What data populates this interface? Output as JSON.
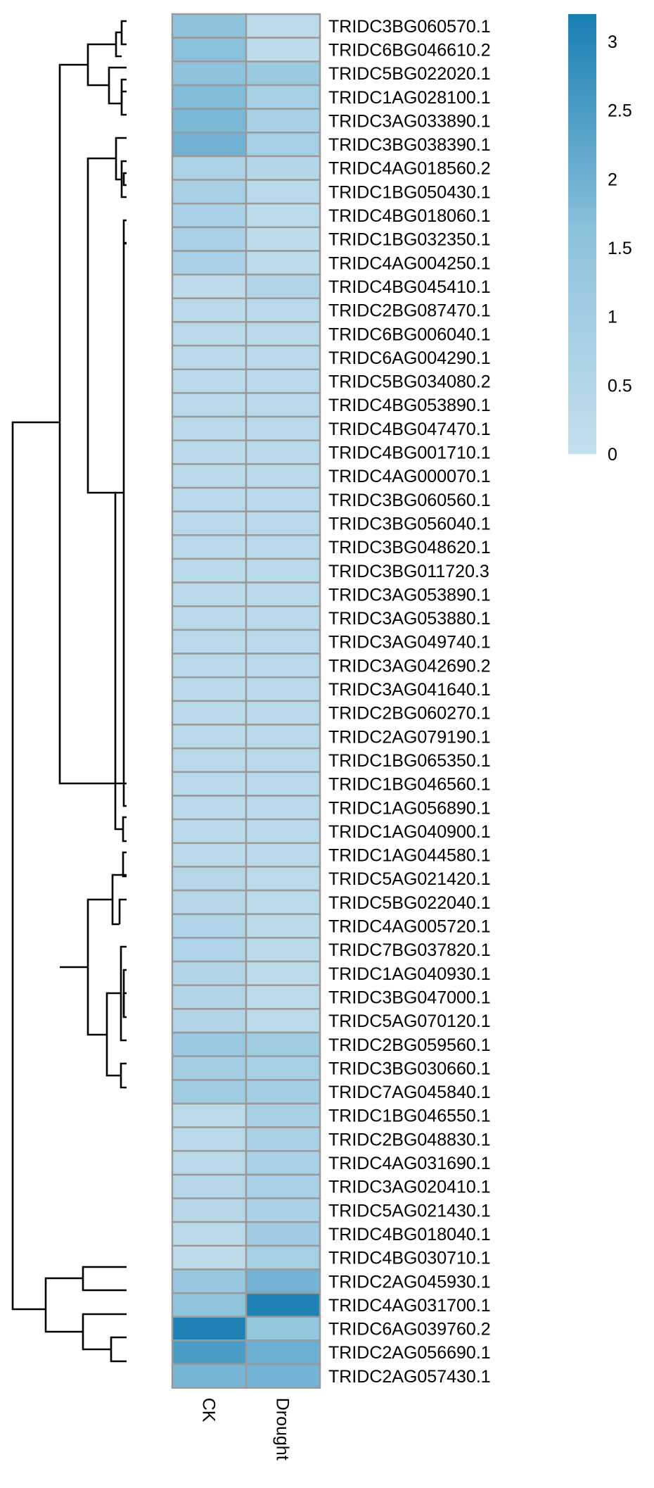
{
  "chart_data": {
    "type": "heatmap",
    "columns": [
      "CK",
      "Drought"
    ],
    "rows": [
      "TRIDC3BG060570.1",
      "TRIDC6BG046610.2",
      "TRIDC5BG022020.1",
      "TRIDC1AG028100.1",
      "TRIDC3AG033890.1",
      "TRIDC3BG038390.1",
      "TRIDC4AG018560.2",
      "TRIDC1BG050430.1",
      "TRIDC4BG018060.1",
      "TRIDC1BG032350.1",
      "TRIDC4AG004250.1",
      "TRIDC4BG045410.1",
      "TRIDC2BG087470.1",
      "TRIDC6BG006040.1",
      "TRIDC6AG004290.1",
      "TRIDC5BG034080.2",
      "TRIDC4BG053890.1",
      "TRIDC4BG047470.1",
      "TRIDC4BG001710.1",
      "TRIDC4AG000070.1",
      "TRIDC3BG060560.1",
      "TRIDC3BG056040.1",
      "TRIDC3BG048620.1",
      "TRIDC3BG011720.3",
      "TRIDC3AG053890.1",
      "TRIDC3AG053880.1",
      "TRIDC3AG049740.1",
      "TRIDC3AG042690.2",
      "TRIDC3AG041640.1",
      "TRIDC2BG060270.1",
      "TRIDC2AG079190.1",
      "TRIDC1BG065350.1",
      "TRIDC1BG046560.1",
      "TRIDC1AG056890.1",
      "TRIDC1AG040900.1",
      "TRIDC1AG044580.1",
      "TRIDC5AG021420.1",
      "TRIDC5BG022040.1",
      "TRIDC4AG005720.1",
      "TRIDC7BG037820.1",
      "TRIDC1AG040930.1",
      "TRIDC3BG047000.1",
      "TRIDC5AG070120.1",
      "TRIDC2BG059560.1",
      "TRIDC3BG030660.1",
      "TRIDC7AG045840.1",
      "TRIDC1BG046550.1",
      "TRIDC2BG048830.1",
      "TRIDC4AG031690.1",
      "TRIDC3AG020410.1",
      "TRIDC5AG021430.1",
      "TRIDC4BG018040.1",
      "TRIDC4BG030710.1",
      "TRIDC2AG045930.1",
      "TRIDC4AG031700.1",
      "TRIDC6AG039760.2",
      "TRIDC2AG056690.1",
      "TRIDC2AG057430.1"
    ],
    "values": [
      [
        1.55,
        0.25
      ],
      [
        1.65,
        0.2
      ],
      [
        1.55,
        1.2
      ],
      [
        1.75,
        0.9
      ],
      [
        1.85,
        0.85
      ],
      [
        2.0,
        0.9
      ],
      [
        0.7,
        0.5
      ],
      [
        0.85,
        0.35
      ],
      [
        0.8,
        0.25
      ],
      [
        0.75,
        0.2
      ],
      [
        0.75,
        0.2
      ],
      [
        0.2,
        0.55
      ],
      [
        0.35,
        0.35
      ],
      [
        0.35,
        0.35
      ],
      [
        0.35,
        0.35
      ],
      [
        0.35,
        0.35
      ],
      [
        0.35,
        0.35
      ],
      [
        0.35,
        0.35
      ],
      [
        0.35,
        0.35
      ],
      [
        0.35,
        0.35
      ],
      [
        0.35,
        0.35
      ],
      [
        0.35,
        0.35
      ],
      [
        0.35,
        0.35
      ],
      [
        0.35,
        0.35
      ],
      [
        0.35,
        0.35
      ],
      [
        0.35,
        0.35
      ],
      [
        0.35,
        0.35
      ],
      [
        0.35,
        0.35
      ],
      [
        0.35,
        0.35
      ],
      [
        0.35,
        0.35
      ],
      [
        0.35,
        0.35
      ],
      [
        0.35,
        0.35
      ],
      [
        0.35,
        0.35
      ],
      [
        0.35,
        0.35
      ],
      [
        0.35,
        0.35
      ],
      [
        0.35,
        0.35
      ],
      [
        0.45,
        0.25
      ],
      [
        0.45,
        0.25
      ],
      [
        0.6,
        0.3
      ],
      [
        0.6,
        0.3
      ],
      [
        0.55,
        0.25
      ],
      [
        0.55,
        0.25
      ],
      [
        0.55,
        0.25
      ],
      [
        1.25,
        1.05
      ],
      [
        0.95,
        0.9
      ],
      [
        1.05,
        0.95
      ],
      [
        0.25,
        0.85
      ],
      [
        0.35,
        0.8
      ],
      [
        0.35,
        0.75
      ],
      [
        0.45,
        0.8
      ],
      [
        0.45,
        0.75
      ],
      [
        0.3,
        1.1
      ],
      [
        0.2,
        0.9
      ],
      [
        1.35,
        1.95
      ],
      [
        1.5,
        3.1
      ],
      [
        3.1,
        1.4
      ],
      [
        2.5,
        2.05
      ],
      [
        1.9,
        1.95
      ]
    ],
    "colorbar": {
      "min": 0,
      "max": 3.2,
      "ticks": [
        "0",
        "0.5",
        "1",
        "1.5",
        "2",
        "2.5",
        "3"
      ],
      "tick_values": [
        0,
        0.5,
        1,
        1.5,
        2,
        2.5,
        3
      ]
    },
    "colors": {
      "low": "#c4dfed",
      "mid": "#8dc2dc",
      "high": "#187fb2",
      "border": "#9a9a9a"
    },
    "row_dendrogram": true,
    "title": "",
    "xlabel": "",
    "ylabel": ""
  }
}
